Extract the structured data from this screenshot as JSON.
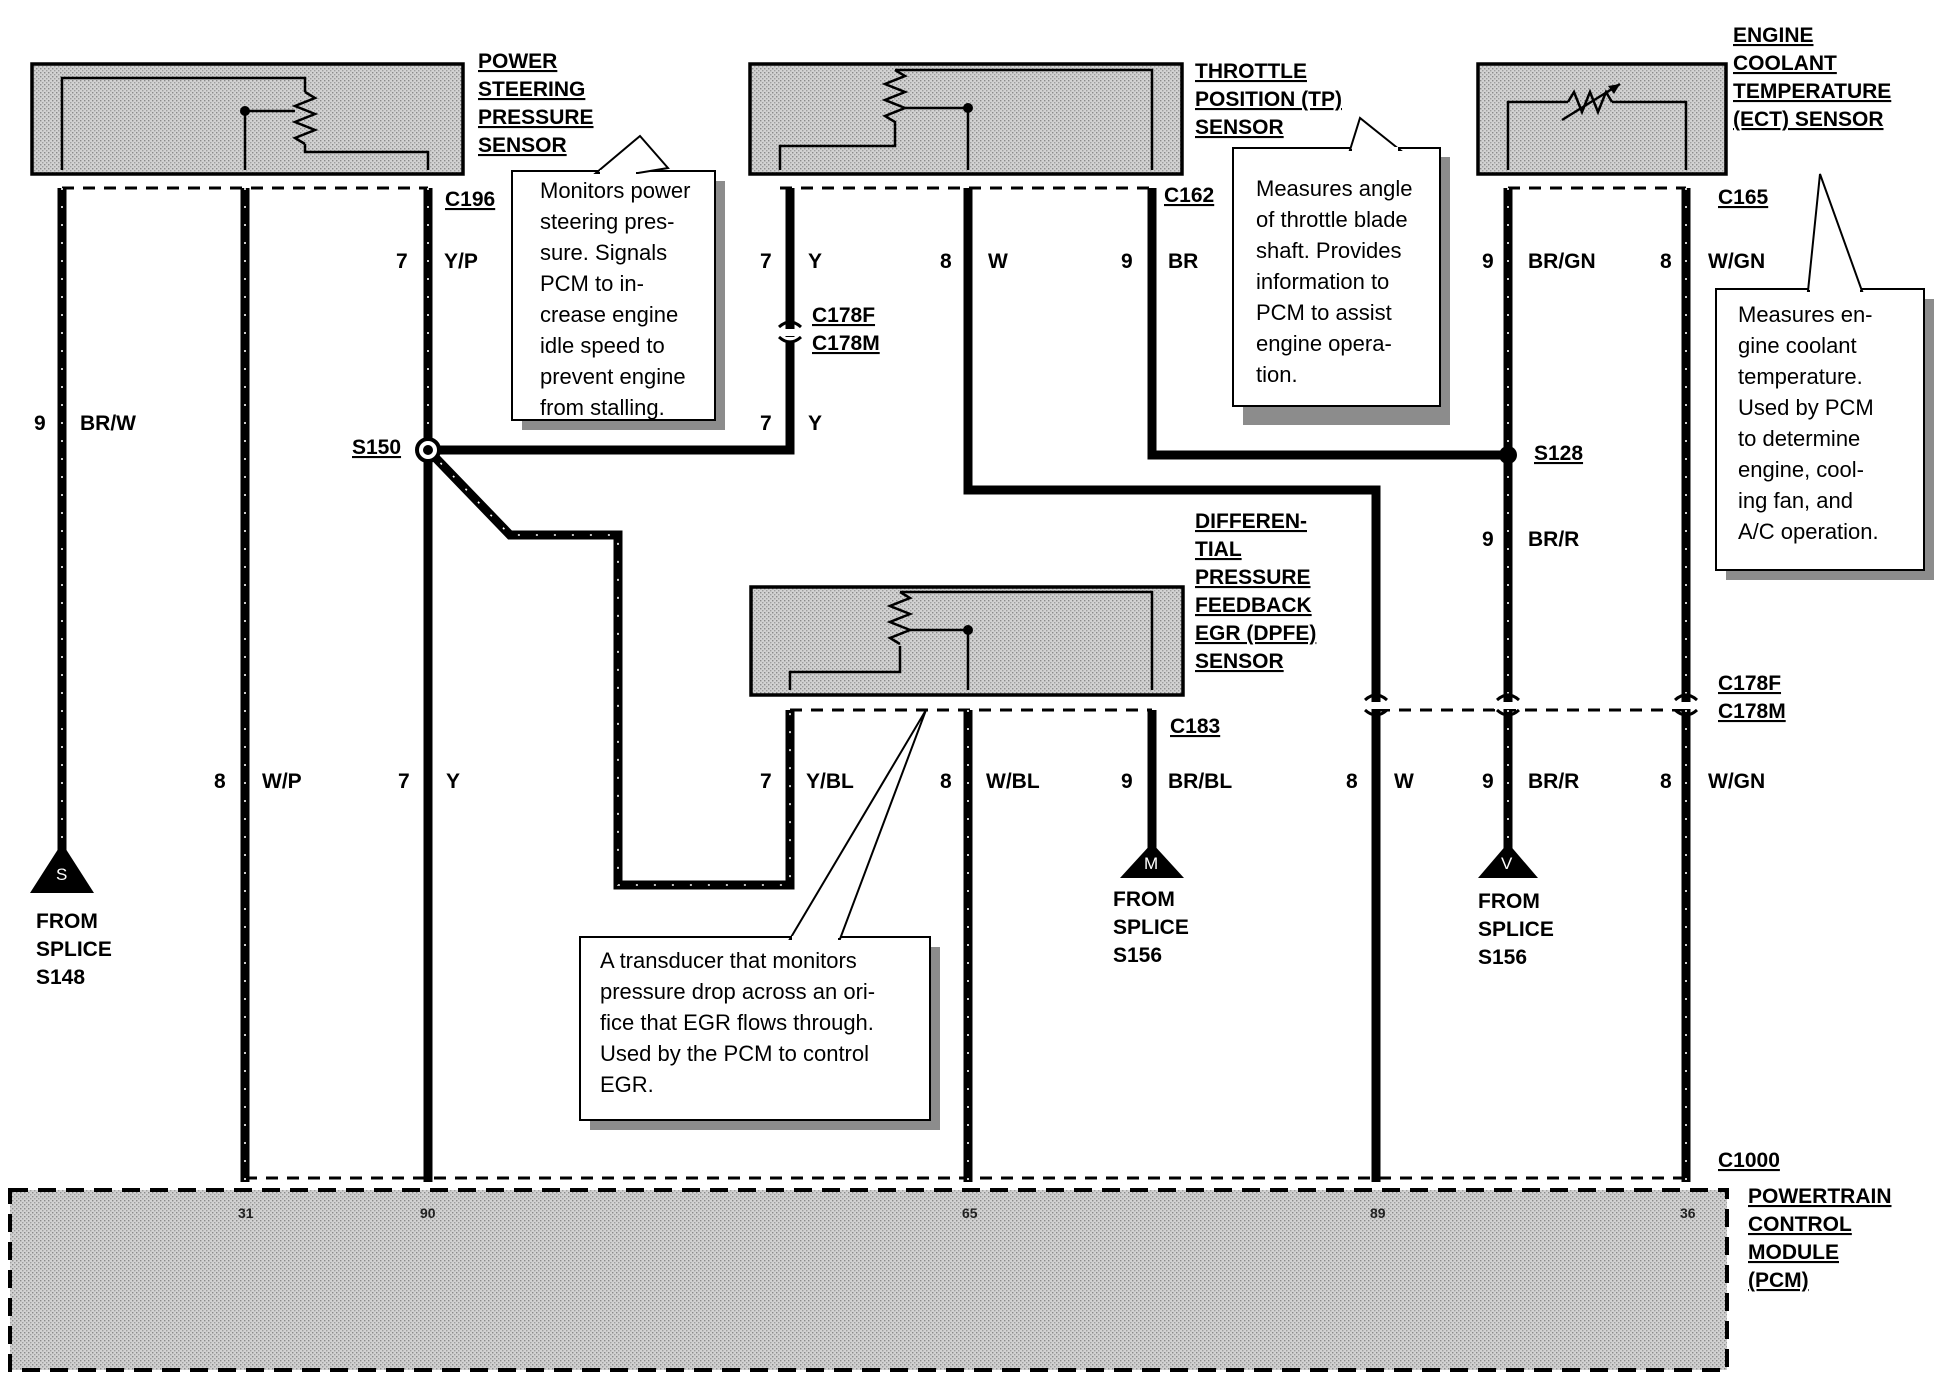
{
  "components": {
    "power_steering": {
      "title": [
        "POWER",
        "STEERING",
        "PRESSURE",
        "SENSOR"
      ],
      "connector": "C196"
    },
    "throttle_position": {
      "title": [
        "THROTTLE",
        "POSITION (TP)",
        "SENSOR"
      ],
      "connector": "C162"
    },
    "ect": {
      "title": [
        "ENGINE",
        "COOLANT",
        "TEMPERATURE",
        "(ECT) SENSOR"
      ],
      "connector": "C165"
    },
    "dpfe": {
      "title": [
        "DIFFEREN-",
        "TIAL",
        "PRESSURE",
        "FEEDBACK",
        "EGR (DPFE)",
        "SENSOR"
      ],
      "connector": "C183"
    },
    "pcm": {
      "title": [
        "POWERTRAIN",
        "CONTROL",
        "MODULE",
        "(PCM)"
      ],
      "connector": "C1000",
      "pins": [
        "31",
        "90",
        "65",
        "89",
        "36"
      ]
    }
  },
  "connectors": {
    "c178f": "C178F",
    "c178m": "C178M"
  },
  "splices": {
    "s150": "S150",
    "s128": "S128"
  },
  "wires": {
    "br_w": {
      "gauge": "9",
      "color": "BR/W"
    },
    "w_p": {
      "gauge": "8",
      "color": "W/P"
    },
    "y_p": {
      "gauge": "7",
      "color": "Y/P"
    },
    "y_pcm": {
      "gauge": "7",
      "color": "Y"
    },
    "tp_y_top": {
      "gauge": "7",
      "color": "Y"
    },
    "tp_y_low": {
      "gauge": "7",
      "color": "Y"
    },
    "tp_w": {
      "gauge": "8",
      "color": "W"
    },
    "tp_br": {
      "gauge": "9",
      "color": "BR"
    },
    "ect_br_gn": {
      "gauge": "9",
      "color": "BR/GN"
    },
    "ect_w_gn": {
      "gauge": "8",
      "color": "W/GN"
    },
    "br_r_mid": {
      "gauge": "9",
      "color": "BR/R"
    },
    "dpfe_y_bl": {
      "gauge": "7",
      "color": "Y/BL"
    },
    "dpfe_w_bl": {
      "gauge": "8",
      "color": "W/BL"
    },
    "dpfe_br_bl": {
      "gauge": "9",
      "color": "BR/BL"
    },
    "w_pcm": {
      "gauge": "8",
      "color": "W"
    },
    "br_r_low": {
      "gauge": "9",
      "color": "BR/R"
    },
    "w_gn_low": {
      "gauge": "8",
      "color": "W/GN"
    }
  },
  "splice_sources": {
    "s148": {
      "symbol": "S",
      "label": [
        "FROM",
        "SPLICE",
        "S148"
      ]
    },
    "s156_m": {
      "symbol": "M",
      "label": [
        "FROM",
        "SPLICE",
        "S156"
      ]
    },
    "s156_v": {
      "symbol": "V",
      "label": [
        "FROM",
        "SPLICE",
        "S156"
      ]
    }
  },
  "callouts": {
    "ps": [
      "Monitors power",
      "steering pres-",
      "sure. Signals",
      "PCM to in-",
      "crease engine",
      "idle speed to",
      "prevent engine",
      "from stalling."
    ],
    "tp": [
      "Measures angle",
      "of throttle blade",
      "shaft. Provides",
      "information to",
      "PCM to assist",
      "engine opera-",
      "tion."
    ],
    "ect": [
      "Measures en-",
      "gine coolant",
      "temperature.",
      "Used by PCM",
      "to determine",
      "engine, cool-",
      "ing fan, and",
      "A/C operation."
    ],
    "dpfe": [
      "A transducer that monitors",
      "pressure drop across an ori-",
      "fice that EGR flows through.",
      "Used by the PCM to control",
      "EGR."
    ]
  }
}
